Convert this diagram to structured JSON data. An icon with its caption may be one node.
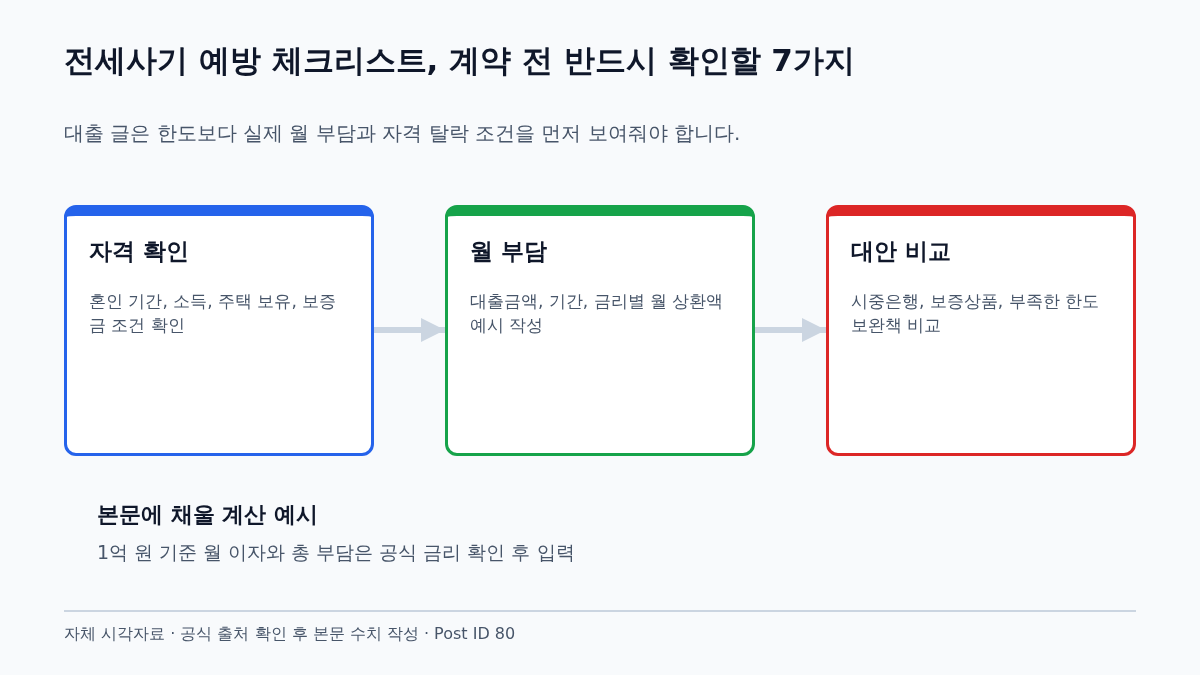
{
  "diagram": {
    "title": "전세사기 예방 체크리스트, 계약 전 반드시 확인할 7가지",
    "nodes": [
      {
        "text": [
          "자격 확인",
          "혼인 기간, 소득, 주택 보유, 보증금 조건 확인"
        ]
      },
      {
        "text": [
          "월 부담",
          "대출금액, 기간, 금리별 월 상환액 예시 작성"
        ]
      },
      {
        "text": [
          "대안 비교",
          "시중은행, 보증상품, 부족한 한도 보완책 비교"
        ]
      }
    ],
    "edges": [
      {
        "from": 0,
        "to": 1,
        "arrow": "to"
      },
      {
        "from": 1,
        "to": 2,
        "arrow": "to"
      }
    ],
    "labels": [
      "대출 글은 한도보다 실제 월 부담과 자격 탈락 조건을 먼저 보여줘야 합니다.",
      "본문에 채울 계산 예시",
      "1억 원 기준 월 이자와 총 부담은 공식 금리 확인 후 입력",
      "자체 시각자료 · 공식 출처 확인 후 본문 수치 작성 · Post ID 80"
    ]
  }
}
